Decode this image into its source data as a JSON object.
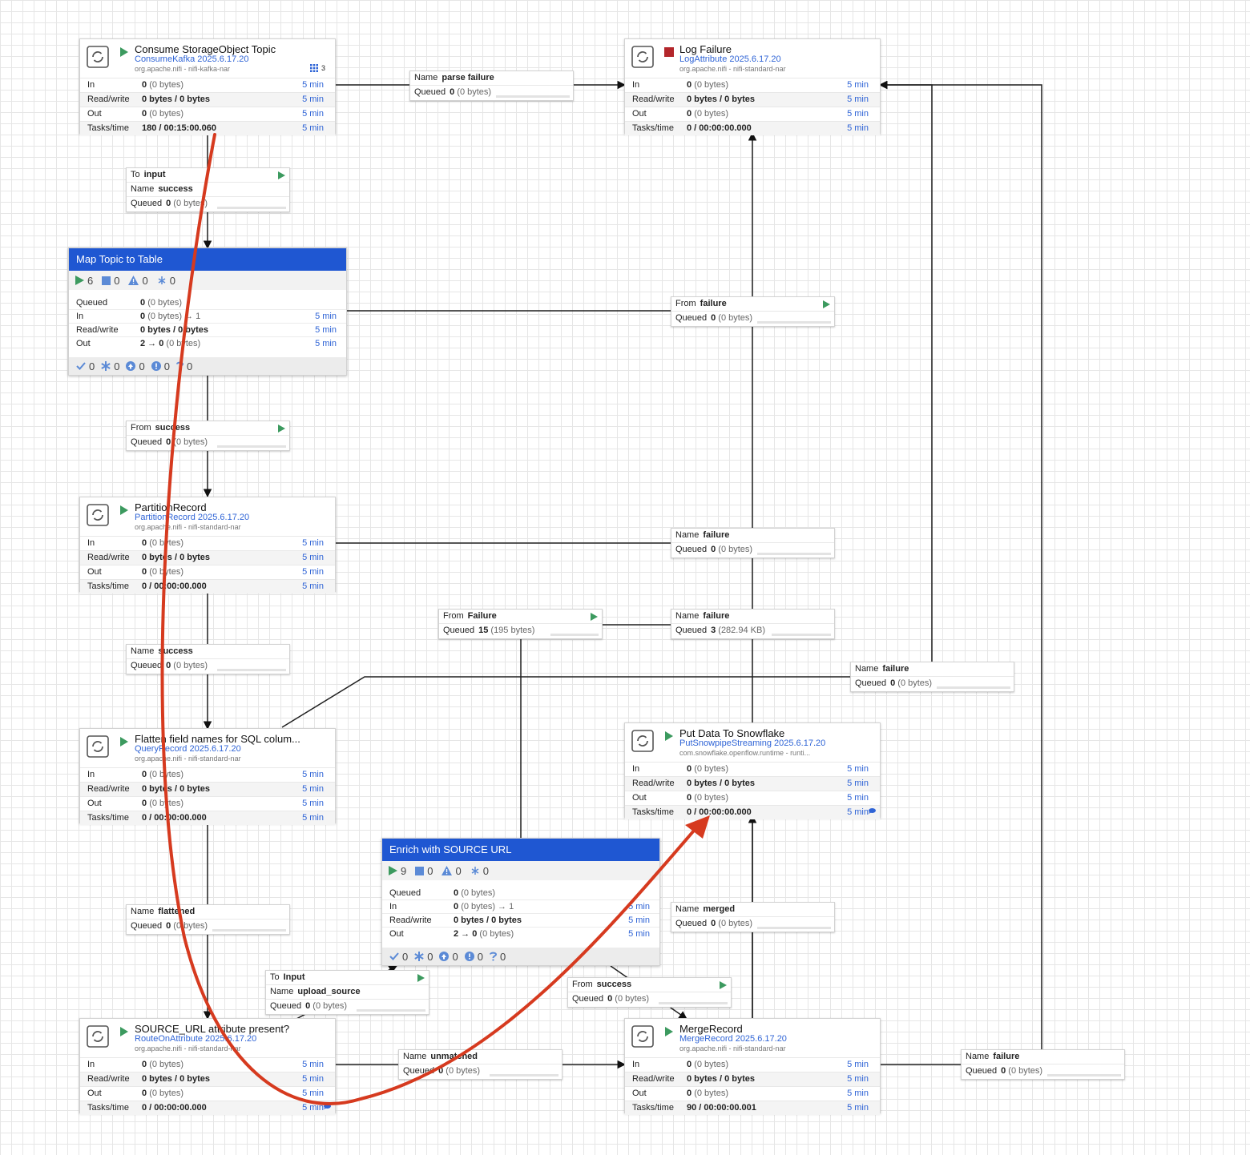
{
  "common": {
    "five_min": "5 min",
    "zero_bytes": "(0 bytes)",
    "zero": "0",
    "labels": {
      "in": "In",
      "read_write": "Read/write",
      "out": "Out",
      "tasks_time": "Tasks/time",
      "queued": "Queued",
      "name": "Name",
      "from": "From",
      "to": "To"
    }
  },
  "processors": {
    "consume": {
      "name": "Consume StorageObject Topic",
      "type": "ConsumeKafka 2025.6.17.20",
      "bundle": "org.apache.nifi - nifi-kafka-nar",
      "extra_count": "3",
      "in": "0",
      "in_sub": "(0 bytes)",
      "rw": "0 bytes / 0 bytes",
      "out": "0",
      "out_sub": "(0 bytes)",
      "tasks": "180 / 00:15:00.060"
    },
    "logfail": {
      "name": "Log Failure",
      "type": "LogAttribute 2025.6.17.20",
      "bundle": "org.apache.nifi - nifi-standard-nar",
      "in": "0",
      "in_sub": "(0 bytes)",
      "rw": "0 bytes / 0 bytes",
      "out": "0",
      "out_sub": "(0 bytes)",
      "tasks": "0 / 00:00:00.000"
    },
    "partition": {
      "name": "PartitionRecord",
      "type": "PartitionRecord 2025.6.17.20",
      "bundle": "org.apache.nifi - nifi-standard-nar",
      "in": "0",
      "in_sub": "(0 bytes)",
      "rw": "0 bytes / 0 bytes",
      "out": "0",
      "out_sub": "(0 bytes)",
      "tasks": "0 / 00:00:00.000"
    },
    "flatten": {
      "name": "Flatten field names for SQL colum...",
      "type": "QueryRecord 2025.6.17.20",
      "bundle": "org.apache.nifi - nifi-standard-nar",
      "in": "0",
      "in_sub": "(0 bytes)",
      "rw": "0 bytes / 0 bytes",
      "out": "0",
      "out_sub": "(0 bytes)",
      "tasks": "0 / 00:00:00.000"
    },
    "snowflake": {
      "name": "Put Data To Snowflake",
      "type": "PutSnowpipeStreaming 2025.6.17.20",
      "bundle": "com.snowflake.openflow.runtime - runti...",
      "in": "0",
      "in_sub": "(0 bytes)",
      "rw": "0 bytes / 0 bytes",
      "out": "0",
      "out_sub": "(0 bytes)",
      "tasks": "0 / 00:00:00.000"
    },
    "route": {
      "name": "SOURCE_URL attribute present?",
      "type": "RouteOnAttribute 2025.6.17.20",
      "bundle": "org.apache.nifi - nifi-standard-nar",
      "in": "0",
      "in_sub": "(0 bytes)",
      "rw": "0 bytes / 0 bytes",
      "out": "0",
      "out_sub": "(0 bytes)",
      "tasks": "0 / 00:00:00.000"
    },
    "merge": {
      "name": "MergeRecord",
      "type": "MergeRecord 2025.6.17.20",
      "bundle": "org.apache.nifi - nifi-standard-nar",
      "in": "0",
      "in_sub": "(0 bytes)",
      "rw": "0 bytes / 0 bytes",
      "out": "0",
      "out_sub": "(0 bytes)",
      "tasks": "90 / 00:00:00.001"
    }
  },
  "groups": {
    "maptopic": {
      "title": "Map Topic to Table",
      "running": "6",
      "stopped": "0",
      "invalid": "0",
      "disabled": "0",
      "queued": "0",
      "queued_sub": "(0 bytes)",
      "in": "0",
      "in_sub": "(0 bytes) → 1",
      "rw": "0 bytes / 0 bytes",
      "out": "2 → 0",
      "out_sub": "(0 bytes)",
      "up_to_date": "0",
      "modified": "0",
      "stale": "0",
      "modified_stale": "0",
      "sync_failure": "0"
    },
    "enrich": {
      "title": "Enrich with SOURCE URL",
      "running": "9",
      "stopped": "0",
      "invalid": "0",
      "disabled": "0",
      "queued": "0",
      "queued_sub": "(0 bytes)",
      "in": "0",
      "in_sub": "(0 bytes) → 1",
      "rw": "0 bytes / 0 bytes",
      "out": "2 → 0",
      "out_sub": "(0 bytes)",
      "up_to_date": "0",
      "modified": "0",
      "stale": "0",
      "modified_stale": "0",
      "sync_failure": "0"
    }
  },
  "connections": {
    "c_parse_failure": {
      "name": "parse failure",
      "queued": "0",
      "queued_sub": "(0 bytes)"
    },
    "c_to_input": {
      "to": "input",
      "name": "success",
      "queued": "0",
      "queued_sub": "(0 bytes)"
    },
    "c_from_failure": {
      "from": "failure",
      "queued": "0",
      "queued_sub": "(0 bytes)"
    },
    "c_from_success": {
      "from": "success",
      "queued": "0",
      "queued_sub": "(0 bytes)"
    },
    "c_part_failure": {
      "name": "failure",
      "queued": "0",
      "queued_sub": "(0 bytes)"
    },
    "c_from_Failure": {
      "from": "Failure",
      "queued": "15",
      "queued_sub": "(195 bytes)"
    },
    "c_snow_failure": {
      "name": "failure",
      "queued": "3",
      "queued_sub": "(282.94 KB)"
    },
    "c_part_success": {
      "name": "success",
      "queued": "0",
      "queued_sub": "(0 bytes)"
    },
    "c_flat_failure": {
      "name": "failure",
      "queued": "0",
      "queued_sub": "(0 bytes)"
    },
    "c_flattened": {
      "name": "flattened",
      "queued": "0",
      "queued_sub": "(0 bytes)"
    },
    "c_merged": {
      "name": "merged",
      "queued": "0",
      "queued_sub": "(0 bytes)"
    },
    "c_to_Input": {
      "to": "Input",
      "name": "upload_source",
      "queued": "0",
      "queued_sub": "(0 bytes)"
    },
    "c_enrich_success": {
      "from": "success",
      "queued": "0",
      "queued_sub": "(0 bytes)"
    },
    "c_unmatched": {
      "name": "unmatched",
      "queued": "0",
      "queued_sub": "(0 bytes)"
    },
    "c_merge_failure": {
      "name": "failure",
      "queued": "0",
      "queued_sub": "(0 bytes)"
    }
  },
  "colors": {
    "link_blue": "#2f64d6",
    "group_header": "#1f57d2",
    "running_green": "#3c9a5f",
    "stopped_red": "#b3262b",
    "annotation_red": "#d63a1f"
  }
}
